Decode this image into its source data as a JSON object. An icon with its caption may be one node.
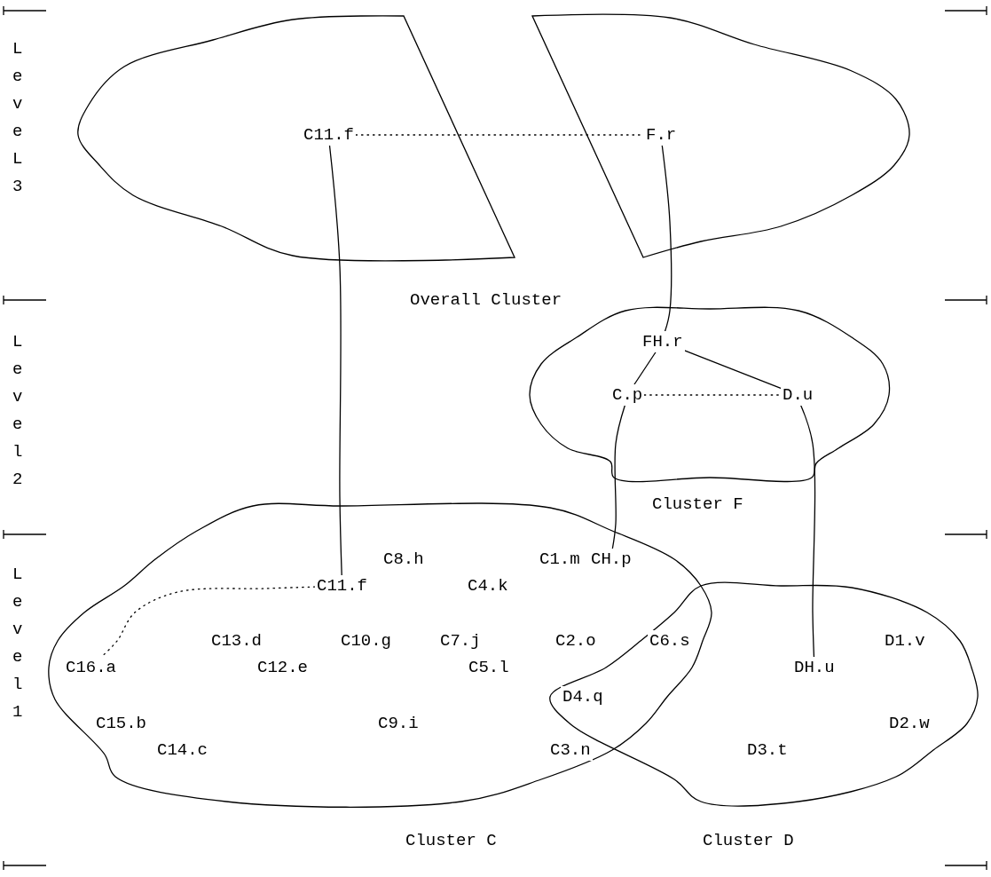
{
  "diagram": {
    "nodes": [
      {
        "text": [
          "Overall Cluster"
        ]
      },
      {
        "text": [
          "C11.f"
        ],
        "in": 0
      },
      {
        "text": [
          "F.r"
        ],
        "in": 0
      },
      {
        "text": [
          "Cluster F"
        ]
      },
      {
        "text": [
          "FH.r"
        ],
        "in": 3
      },
      {
        "text": [
          "C.p"
        ],
        "in": 3
      },
      {
        "text": [
          "D.u"
        ],
        "in": 3
      },
      {
        "text": [
          "Cluster C"
        ]
      },
      {
        "text": [
          "Cluster D"
        ]
      },
      {
        "text": [
          "C8.h"
        ],
        "in": 7
      },
      {
        "text": [
          "C1.m"
        ],
        "in": 7
      },
      {
        "text": [
          "CH.p"
        ],
        "in": 7
      },
      {
        "text": [
          "C11.f"
        ],
        "in": 7
      },
      {
        "text": [
          "C4.k"
        ],
        "in": 7
      },
      {
        "text": [
          "C13.d"
        ],
        "in": 7
      },
      {
        "text": [
          "C10.g"
        ],
        "in": 7
      },
      {
        "text": [
          "C7.j"
        ],
        "in": 7
      },
      {
        "text": [
          "C2.o"
        ],
        "in": 7
      },
      {
        "text": [
          "C6.s"
        ]
      },
      {
        "text": [
          "D1.v"
        ],
        "in": 8
      },
      {
        "text": [
          "C16.a"
        ],
        "in": 7
      },
      {
        "text": [
          "C12.e"
        ],
        "in": 7
      },
      {
        "text": [
          "C5.l"
        ],
        "in": 7
      },
      {
        "text": [
          "DH.u"
        ],
        "in": 8
      },
      {
        "text": [
          "D4.q"
        ]
      },
      {
        "text": [
          "C15.b"
        ],
        "in": 7
      },
      {
        "text": [
          "C9.i"
        ],
        "in": 7
      },
      {
        "text": [
          "D2.w"
        ],
        "in": 8
      },
      {
        "text": [
          "C14.c"
        ],
        "in": 7
      },
      {
        "text": [
          "C3.n"
        ],
        "in": 7
      },
      {
        "text": [
          "D3.t"
        ],
        "in": 8
      }
    ],
    "edges": [
      {
        "from": 1,
        "to": 2,
        "arrow": "none",
        "style": "dashed"
      },
      {
        "from": 1,
        "to": 12,
        "arrow": "none"
      },
      {
        "from": 2,
        "to": 4,
        "arrow": "none"
      },
      {
        "from": 4,
        "to": 5,
        "arrow": "none"
      },
      {
        "from": 4,
        "to": 6,
        "arrow": "none"
      },
      {
        "from": 5,
        "to": 6,
        "arrow": "none",
        "style": "dashed"
      },
      {
        "from": 5,
        "to": 11,
        "arrow": "none"
      },
      {
        "from": 6,
        "to": 23,
        "arrow": "none"
      },
      {
        "from": 12,
        "to": 20,
        "arrow": "none",
        "style": "dashed"
      }
    ],
    "labels": [
      "LeveL 3",
      "Level 2",
      "Level 1"
    ]
  }
}
